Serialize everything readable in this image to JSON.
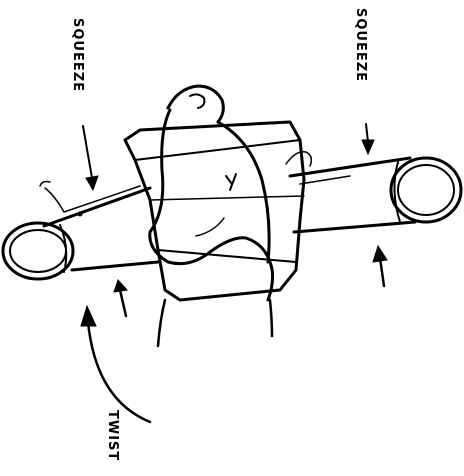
{
  "labels": {
    "squeeze_left": "SQUEEZE",
    "squeeze_right": "SQUEEZE",
    "twist": "TWIST"
  },
  "colors": {
    "ink": "#000000",
    "paper": "#ffffff"
  }
}
